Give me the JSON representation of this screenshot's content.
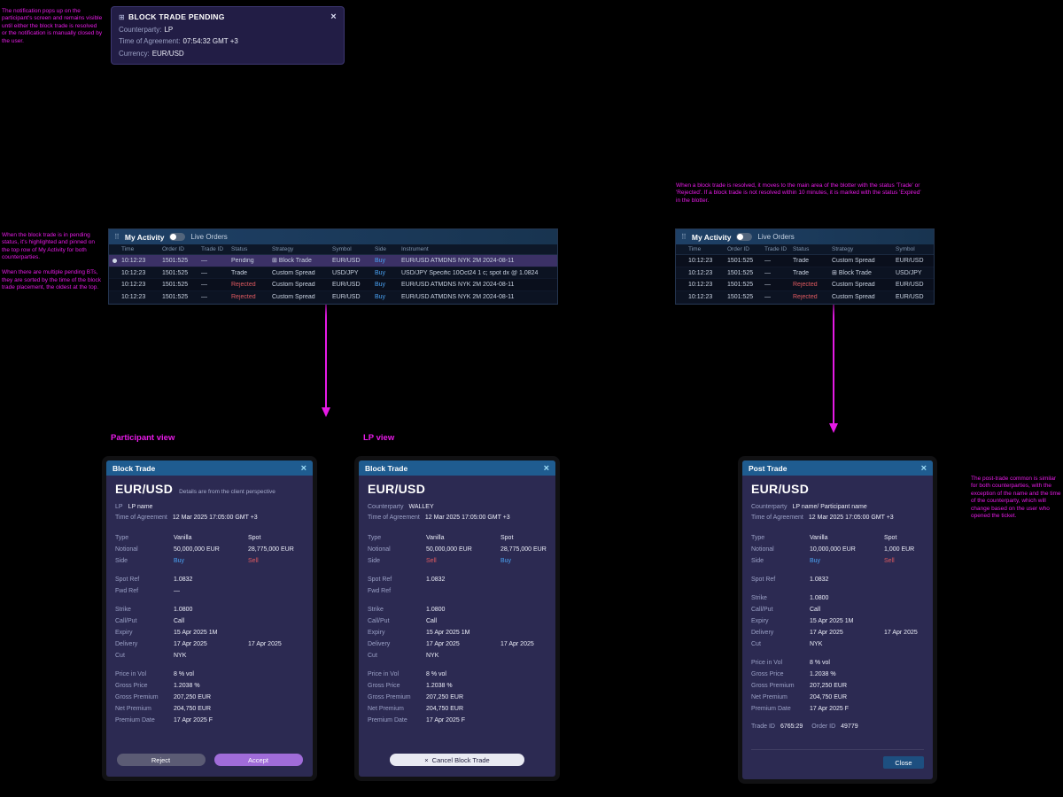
{
  "icons": {
    "close": "×",
    "block_trade": "⊞",
    "drag": "⠿",
    "cancel_x": "×"
  },
  "toast": {
    "title": "BLOCK TRADE PENDING",
    "fields": [
      {
        "label": "Counterparty:",
        "value": "LP"
      },
      {
        "label": "Time of Agreement:",
        "value": "07:54:32 GMT +3"
      },
      {
        "label": "Currency:",
        "value": "EUR/USD"
      }
    ]
  },
  "annotations": {
    "toast_note": "The notification pops up on the participant's screen and remains visible until either the block trade is resolved or the notification is manually closed by the user.",
    "left_table_note": "When the block trade is in pending status, it's highlighted and pinned on the top row of My Activity for both counterparties.\n\nWhen there are multiple pending BTs, they are sorted by the time of the block trade placement, the oldest at the top.",
    "right_table_note": "When a block trade is resolved, it moves to the main area of the blotter with the status 'Trade' or 'Rejected'. If a block trade is not resolved within 10 minutes, it is marked with the status 'Expired' in the blotter.",
    "post_trade_note": "The post-trade common is similar for both counterparties, with the exception of the name and the time of the counterparty, which will change based on the user who opened the ticket.",
    "participant_view_label": "Participant view",
    "lp_view_label": "LP view"
  },
  "left_table": {
    "title": "My Activity",
    "toggle_label": "Live Orders",
    "columns": [
      "Time",
      "Order ID",
      "Trade ID",
      "Status",
      "Strategy",
      "Symbol",
      "Side",
      "Instrument"
    ],
    "rows": [
      {
        "cells": [
          "10:12:23",
          "1501:525",
          "—",
          "Pending",
          "Block Trade",
          "EUR/USD",
          "Buy",
          "EUR/USD ATMDNS NYK 2M 2024-08-11"
        ],
        "highlight": true,
        "block_icon": true,
        "pin": true
      },
      {
        "cells": [
          "10:12:23",
          "1501:525",
          "—",
          "Trade",
          "Custom Spread",
          "USD/JPY",
          "Buy",
          "USD/JPY Specific 10Oct24 1 c; spot dx @ 1.0824"
        ]
      },
      {
        "cells": [
          "10:12:23",
          "1501:525",
          "—",
          "Rejected",
          "Custom Spread",
          "EUR/USD",
          "Buy",
          "EUR/USD ATMDNS NYK 2M 2024-08-11"
        ],
        "rejected": true
      },
      {
        "cells": [
          "10:12:23",
          "1501:525",
          "—",
          "Rejected",
          "Custom Spread",
          "EUR/USD",
          "Buy",
          "EUR/USD ATMDNS NYK 2M 2024-08-11"
        ],
        "rejected": true
      }
    ]
  },
  "right_table": {
    "title": "My Activity",
    "toggle_label": "Live Orders",
    "columns": [
      "Time",
      "Order ID",
      "Trade ID",
      "Status",
      "Strategy",
      "Symbol"
    ],
    "rows": [
      {
        "cells": [
          "10:12:23",
          "1501:525",
          "—",
          "Trade",
          "Custom Spread",
          "EUR/USD"
        ]
      },
      {
        "cells": [
          "10:12:23",
          "1501:525",
          "—",
          "Trade",
          "Block Trade",
          "USD/JPY"
        ],
        "block_icon": true
      },
      {
        "cells": [
          "10:12:23",
          "1501:525",
          "—",
          "Rejected",
          "Custom Spread",
          "EUR/USD"
        ],
        "rejected": true
      },
      {
        "cells": [
          "10:12:23",
          "1501:525",
          "—",
          "Rejected",
          "Custom Spread",
          "EUR/USD"
        ],
        "rejected": true
      }
    ]
  },
  "dialog_participant": {
    "header": "Block Trade",
    "pair": "EUR/USD",
    "subtitle": "Details are from the client perspective",
    "meta": [
      {
        "label": "LP",
        "value": "LP name"
      },
      {
        "label": "Time of Agreement",
        "value": "12 Mar 2025  17:05:00  GMT +3"
      }
    ],
    "fields": [
      {
        "label": "Type",
        "v1": "Vanilla",
        "v2": "Spot"
      },
      {
        "label": "Notional",
        "v1": "50,000,000  EUR",
        "v2": "28,775,000  EUR"
      },
      {
        "label": "Side",
        "v1": "Buy",
        "v2": "Sell",
        "c1": "buy",
        "c2": "sell"
      },
      {
        "gap": true
      },
      {
        "label": "Spot Ref",
        "v1": "1.0832"
      },
      {
        "label": "Fwd Ref",
        "v1": "—"
      },
      {
        "gap": true
      },
      {
        "label": "Strike",
        "v1": "1.0800"
      },
      {
        "label": "Call/Put",
        "v1": "Call"
      },
      {
        "label": "Expiry",
        "v1": "15 Apr 2025  1M"
      },
      {
        "label": "Delivery",
        "v1": "17 Apr 2025",
        "v2": "17 Apr 2025"
      },
      {
        "label": "Cut",
        "v1": "NYK"
      },
      {
        "gap": true
      },
      {
        "label": "Price in Vol",
        "v1": "8 % vol"
      },
      {
        "label": "Gross Price",
        "v1": "1.2038 %"
      },
      {
        "label": "Gross Premium",
        "v1": "207,250  EUR"
      },
      {
        "label": "Net Premium",
        "v1": "204,750  EUR"
      },
      {
        "label": "Premium Date",
        "v1": "17 Apr 2025  F"
      }
    ],
    "buttons": {
      "reject": "Reject",
      "accept": "Accept"
    }
  },
  "dialog_lp": {
    "header": "Block Trade",
    "pair": "EUR/USD",
    "meta": [
      {
        "label": "Counterparty",
        "value": "WALLEY"
      },
      {
        "label": "Time of Agreement",
        "value": "12 Mar 2025  17:05:00  GMT +3"
      }
    ],
    "fields": [
      {
        "label": "Type",
        "v1": "Vanilla",
        "v2": "Spot"
      },
      {
        "label": "Notional",
        "v1": "50,000,000  EUR",
        "v2": "28,775,000  EUR"
      },
      {
        "label": "Side",
        "v1": "Sell",
        "v2": "Buy",
        "c1": "sell",
        "c2": "buy"
      },
      {
        "gap": true
      },
      {
        "label": "Spot Ref",
        "v1": "1.0832"
      },
      {
        "label": "Fwd Ref",
        "v1": ""
      },
      {
        "gap": true
      },
      {
        "label": "Strike",
        "v1": "1.0800"
      },
      {
        "label": "Call/Put",
        "v1": "Call"
      },
      {
        "label": "Expiry",
        "v1": "15 Apr 2025  1M"
      },
      {
        "label": "Delivery",
        "v1": "17 Apr 2025",
        "v2": "17 Apr 2025"
      },
      {
        "label": "Cut",
        "v1": "NYK"
      },
      {
        "gap": true
      },
      {
        "label": "Price in Vol",
        "v1": "8 % vol"
      },
      {
        "label": "Gross Price",
        "v1": "1.2038 %"
      },
      {
        "label": "Gross Premium",
        "v1": "207,250  EUR"
      },
      {
        "label": "Net Premium",
        "v1": "204,750  EUR"
      },
      {
        "label": "Premium Date",
        "v1": "17 Apr 2025  F"
      }
    ],
    "cancel_button": "Cancel Block Trade"
  },
  "dialog_post": {
    "header": "Post Trade",
    "pair": "EUR/USD",
    "meta": [
      {
        "label": "Counterparty",
        "value": "LP name/ Participant name"
      },
      {
        "label": "Time of Agreement",
        "value": "12 Mar 2025  17:05:00  GMT +3"
      }
    ],
    "fields": [
      {
        "label": "Type",
        "v1": "Vanilla",
        "v2": "Spot"
      },
      {
        "label": "Notional",
        "v1": "10,000,000  EUR",
        "v2": "1,000  EUR"
      },
      {
        "label": "Side",
        "v1": "Buy",
        "v2": "Sell",
        "c1": "buy",
        "c2": "sell"
      },
      {
        "gap": true
      },
      {
        "label": "Spot Ref",
        "v1": "1.0832"
      },
      {
        "gap": true
      },
      {
        "label": "Strike",
        "v1": "1.0800"
      },
      {
        "label": "Call/Put",
        "v1": "Call"
      },
      {
        "label": "Expiry",
        "v1": "15 Apr 2025  1M"
      },
      {
        "label": "Delivery",
        "v1": "17 Apr 2025",
        "v2": "17 Apr 2025"
      },
      {
        "label": "Cut",
        "v1": "NYK"
      },
      {
        "gap": true
      },
      {
        "label": "Price in Vol",
        "v1": "8 % vol"
      },
      {
        "label": "Gross Price",
        "v1": "1.2038 %"
      },
      {
        "label": "Gross Premium",
        "v1": "207,250  EUR"
      },
      {
        "label": "Net Premium",
        "v1": "204,750  EUR"
      },
      {
        "label": "Premium Date",
        "v1": "17 Apr 2025  F"
      }
    ],
    "ids": {
      "trade_id_label": "Trade ID",
      "trade_id": "6765:29",
      "order_id_label": "Order ID",
      "order_id": "49779"
    },
    "close_button": "Close"
  }
}
